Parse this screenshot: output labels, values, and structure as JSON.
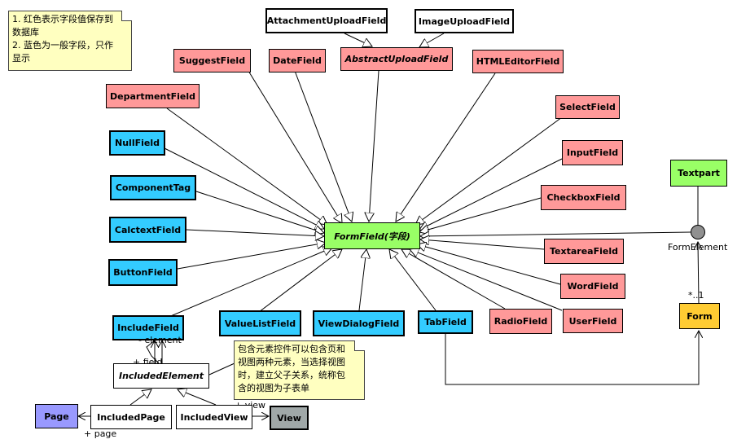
{
  "colors": {
    "stored": "#ff9999",
    "display": "#33ccff",
    "center": "#99ff66",
    "plain": "#ffffff",
    "textpart": "#99ff66",
    "form": "#ffcc33",
    "page": "#9999ff",
    "view": "#a0a8a8",
    "note": "#ffffc0"
  },
  "legend_note": {
    "line1": "1. 红色表示字段值保存到",
    "line2": "数据库",
    "line3": "2. 蓝色为一般字段，只作",
    "line4": "显示"
  },
  "nodes": {
    "attachment_upload_field": "AttachmentUploadField",
    "image_upload_field": "ImageUploadField",
    "suggest_field": "SuggestField",
    "date_field": "DateField",
    "abstract_upload_field": "AbstractUploadField",
    "htmleditor_field": "HTMLEditorField",
    "department_field": "DepartmentField",
    "select_field": "SelectField",
    "null_field": "NullField",
    "input_field": "InputField",
    "textpart": "Textpart",
    "component_tag": "ComponentTag",
    "checkbox_field": "CheckboxField",
    "calctext_field": "CalctextField",
    "form_field": "FormField(字段)",
    "textarea_field": "TextareaField",
    "button_field": "ButtonField",
    "word_field": "WordField",
    "include_field": "IncludeField",
    "valuelist_field": "ValueListField",
    "viewdialog_field": "ViewDialogField",
    "tab_field": "TabField",
    "radio_field": "RadioField",
    "user_field": "UserField",
    "form": "Form",
    "included_element": "IncludedElement",
    "page": "Page",
    "included_page": "IncludedPage",
    "included_view": "IncludedView",
    "view": "View"
  },
  "form_element_label": "FormElement",
  "labels": {
    "element": "- element",
    "field": "+ field",
    "view": "+ view",
    "page": "+ page",
    "multiplicity": "*..1"
  },
  "include_note": {
    "line1": "包含元素控件可以包含页和",
    "line2": "视图两种元素，当选择视图",
    "line3": "时，建立父子关系，统称包",
    "line4": "含的视图为子表单"
  }
}
